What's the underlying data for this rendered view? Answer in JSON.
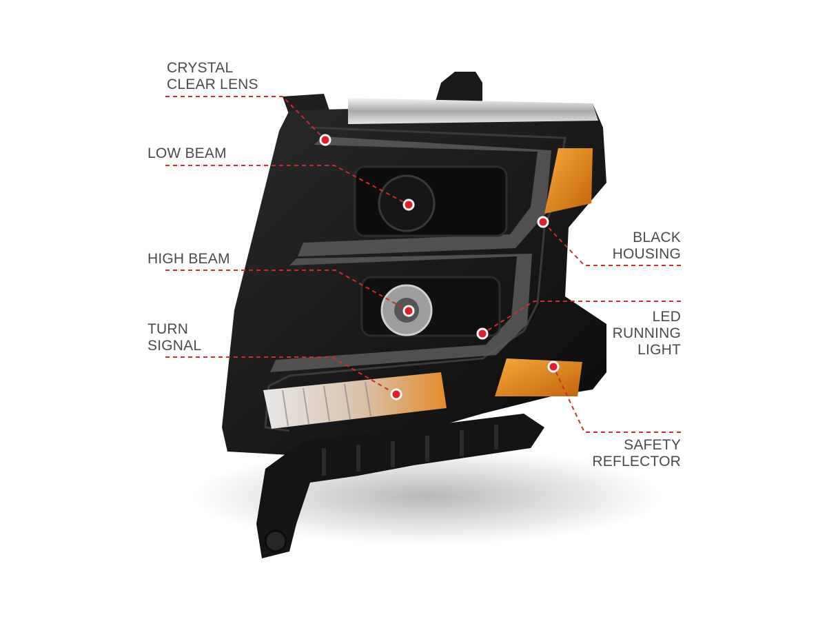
{
  "callouts": {
    "crystal_clear_lens": [
      "CRYSTAL",
      "CLEAR LENS"
    ],
    "low_beam": [
      "LOW BEAM"
    ],
    "high_beam": [
      "HIGH BEAM"
    ],
    "turn_signal": [
      "TURN",
      "SIGNAL"
    ],
    "black_housing": [
      "BLACK",
      "HOUSING"
    ],
    "led_running_light": [
      "LED",
      "RUNNING",
      "LIGHT"
    ],
    "safety_reflector": [
      "SAFETY",
      "REFLECTOR"
    ]
  },
  "colors": {
    "leader_line": "#d42a2a",
    "marker_fill": "#e01e2b",
    "marker_ring": "#ffffff",
    "label_text": "#4a4a4a",
    "housing": "#141414",
    "amber": "#e98a1a",
    "chrome": "#cfcfcf"
  }
}
